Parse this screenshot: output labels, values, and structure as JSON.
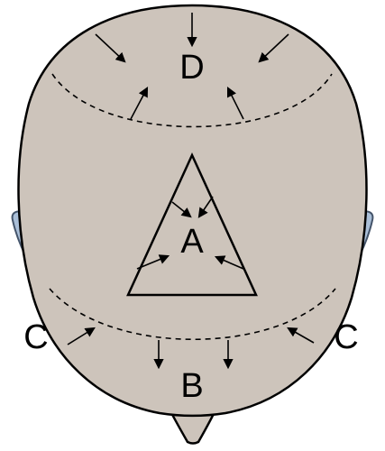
{
  "diagram": {
    "labels": {
      "top": "D",
      "center": "A",
      "bottom": "B",
      "left": "C",
      "right": "C"
    },
    "colors": {
      "head_fill": "#cdc4bb",
      "ear_fill": "#aabfd8",
      "ear_stroke": "#44546a",
      "outline": "#000000"
    }
  }
}
